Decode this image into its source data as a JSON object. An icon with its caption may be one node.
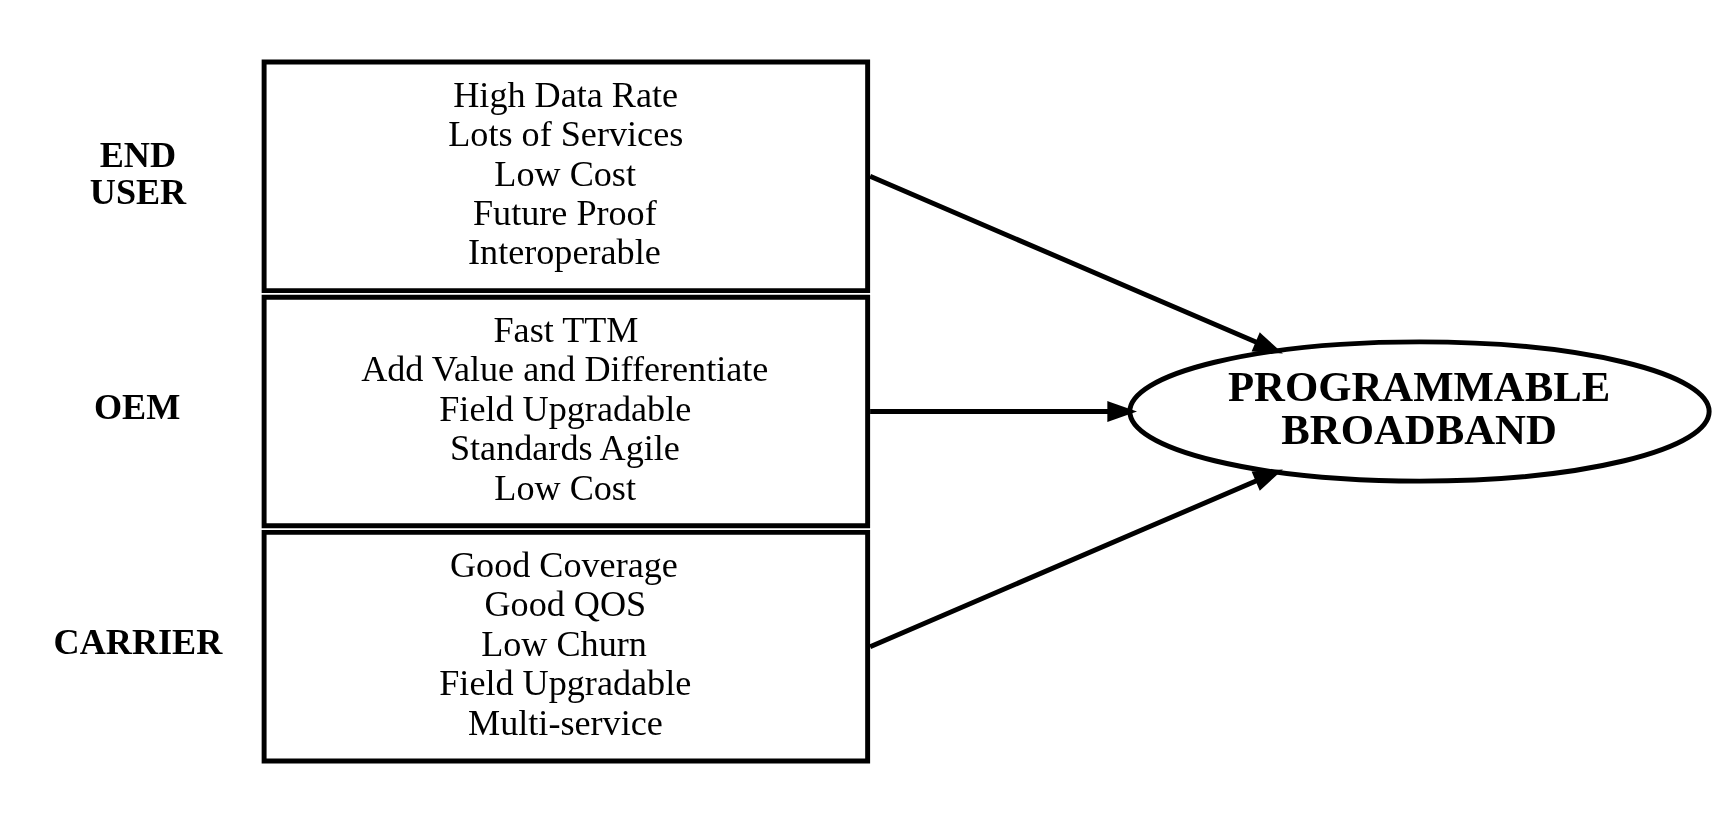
{
  "diagram": {
    "nodes": [
      {
        "text": [
          "END USER",
          "High Data Rate",
          "Lots of Services",
          "Low Cost",
          "Future Proof",
          "Interoperable"
        ]
      },
      {
        "text": [
          "OEM",
          "Fast TTM",
          "Add Value and Differentiate",
          "Field Upgradable",
          "Standards Agile",
          "Low Cost"
        ]
      },
      {
        "text": [
          "CARRIER",
          "Good Coverage",
          "Good QOS",
          "Low Churn",
          "Field Upgradable",
          "Multi-service"
        ]
      },
      {
        "text": [
          "PROGRAMMABLE BROADBAND"
        ]
      }
    ],
    "edges": [
      {
        "from": 0,
        "to": 3,
        "arrow": "to"
      },
      {
        "from": 1,
        "to": 3,
        "arrow": "to"
      },
      {
        "from": 2,
        "to": 3,
        "arrow": "to"
      }
    ]
  }
}
